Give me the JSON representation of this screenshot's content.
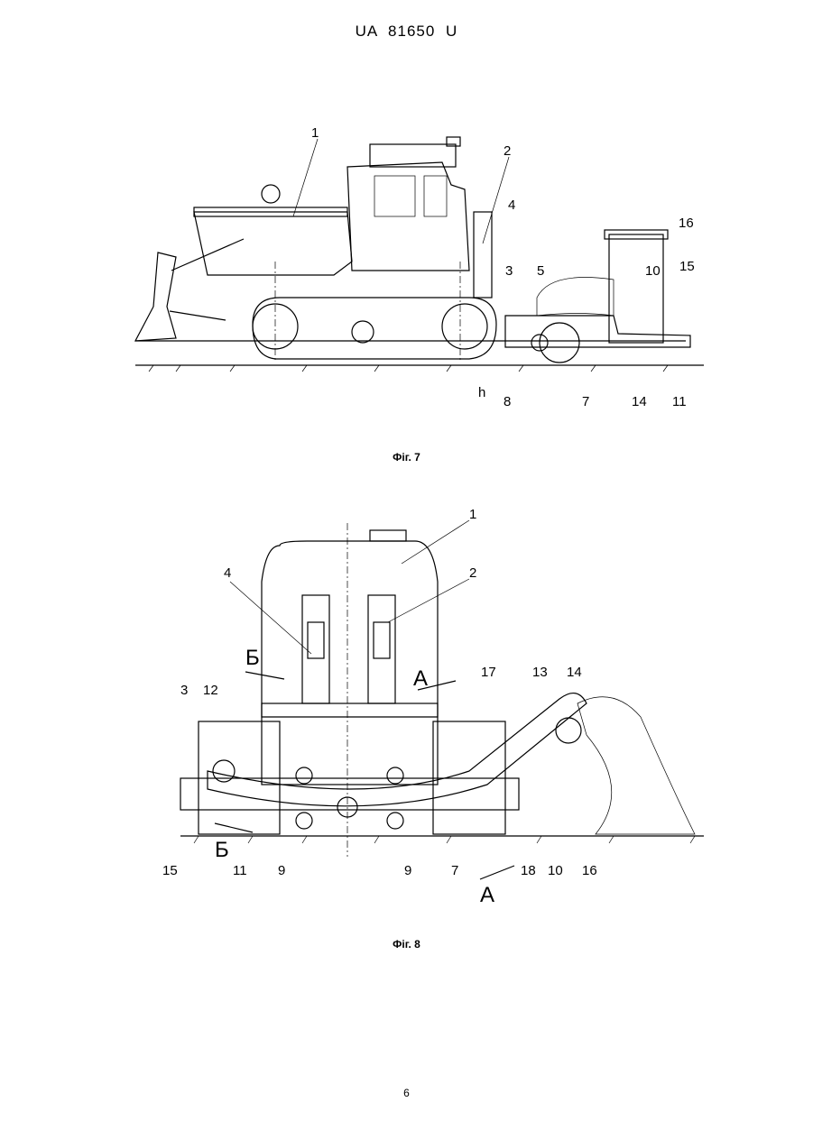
{
  "header": {
    "doc_id": "UA   81650   U"
  },
  "fig7": {
    "caption": "Фіг. 7",
    "labels": [
      "1",
      "2",
      "3",
      "4",
      "5",
      "7",
      "8",
      "10",
      "11",
      "14",
      "15",
      "16"
    ],
    "dim": "h"
  },
  "fig8": {
    "caption": "Фіг. 8",
    "labels": [
      "1",
      "2",
      "3",
      "4",
      "7",
      "9",
      "9",
      "10",
      "11",
      "12",
      "13",
      "14",
      "15",
      "16",
      "17",
      "18"
    ],
    "section": {
      "a_top": "А",
      "a_bottom": "А",
      "b_top": "Б",
      "b_bottom": "Б"
    }
  },
  "page_number": "6"
}
